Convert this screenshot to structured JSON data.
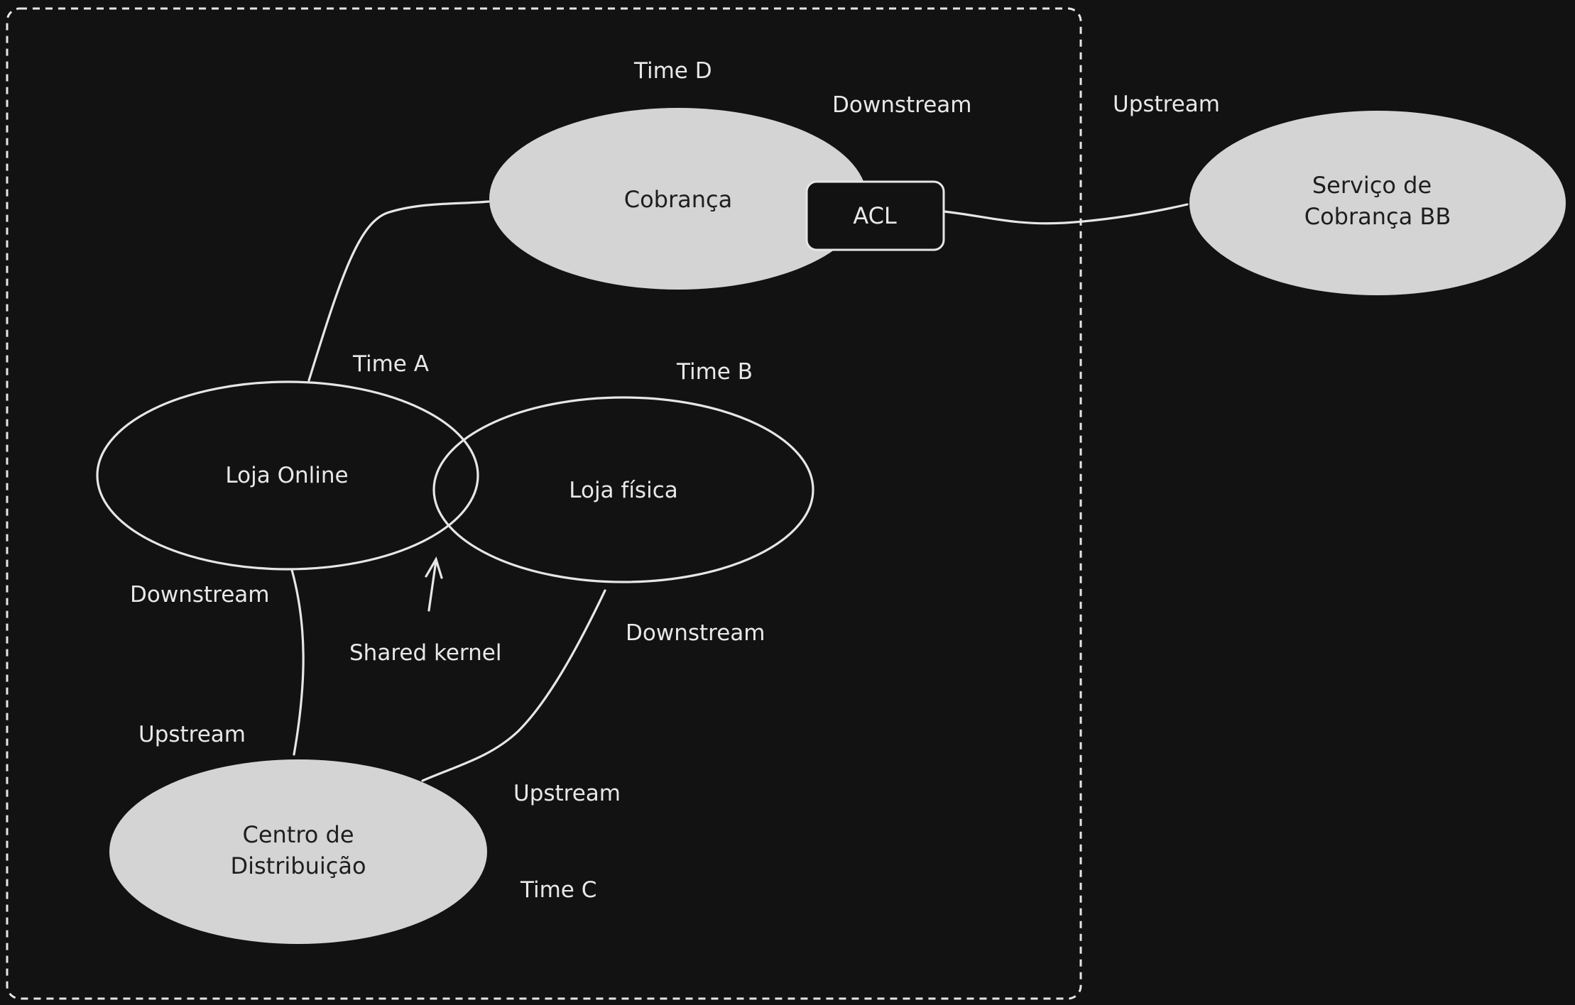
{
  "nodes": {
    "cobranca": "Cobrança",
    "acl": "ACL",
    "servico_line1": "Serviço de",
    "servico_line2": "Cobrança BB",
    "loja_online": "Loja Online",
    "loja_fisica": "Loja física",
    "centro_line1": "Centro de",
    "centro_line2": "Distribuição"
  },
  "labels": {
    "time_d": "Time D",
    "time_a": "Time A",
    "time_b": "Time B",
    "time_c": "Time C",
    "downstream_cobranca": "Downstream",
    "upstream_servico": "Upstream",
    "downstream_loja_online": "Downstream",
    "upstream_centro_left": "Upstream",
    "downstream_loja_fisica": "Downstream",
    "upstream_centro_right": "Upstream",
    "shared_kernel": "Shared kernel"
  },
  "colors": {
    "background": "#121212",
    "stroke": "#e6e6e6",
    "filled_node": "#d4d4d4",
    "text_light": "#e8e8e8",
    "text_dark": "#1e1e1e"
  }
}
